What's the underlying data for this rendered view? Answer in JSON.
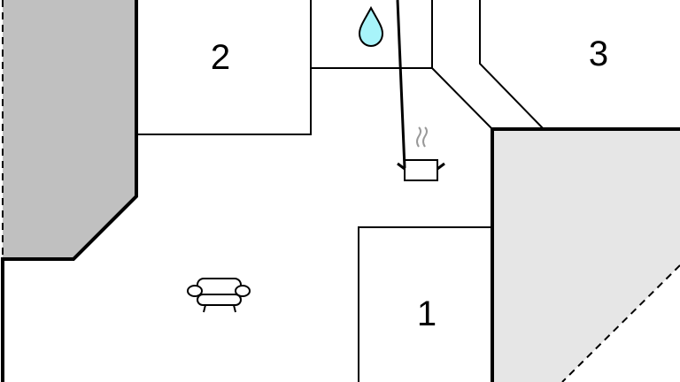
{
  "rooms": [
    {
      "label": "1",
      "name": "bedroom-1"
    },
    {
      "label": "2",
      "name": "bedroom-2"
    },
    {
      "label": "3",
      "name": "bedroom-3"
    }
  ],
  "icons": [
    "water-drop-icon",
    "cooking-pot-icon",
    "armchair-icon"
  ],
  "colors": {
    "terrace_dark": "#c0c0c0",
    "terrace_light": "#e6e6e6",
    "water": "#a8f4fa"
  }
}
